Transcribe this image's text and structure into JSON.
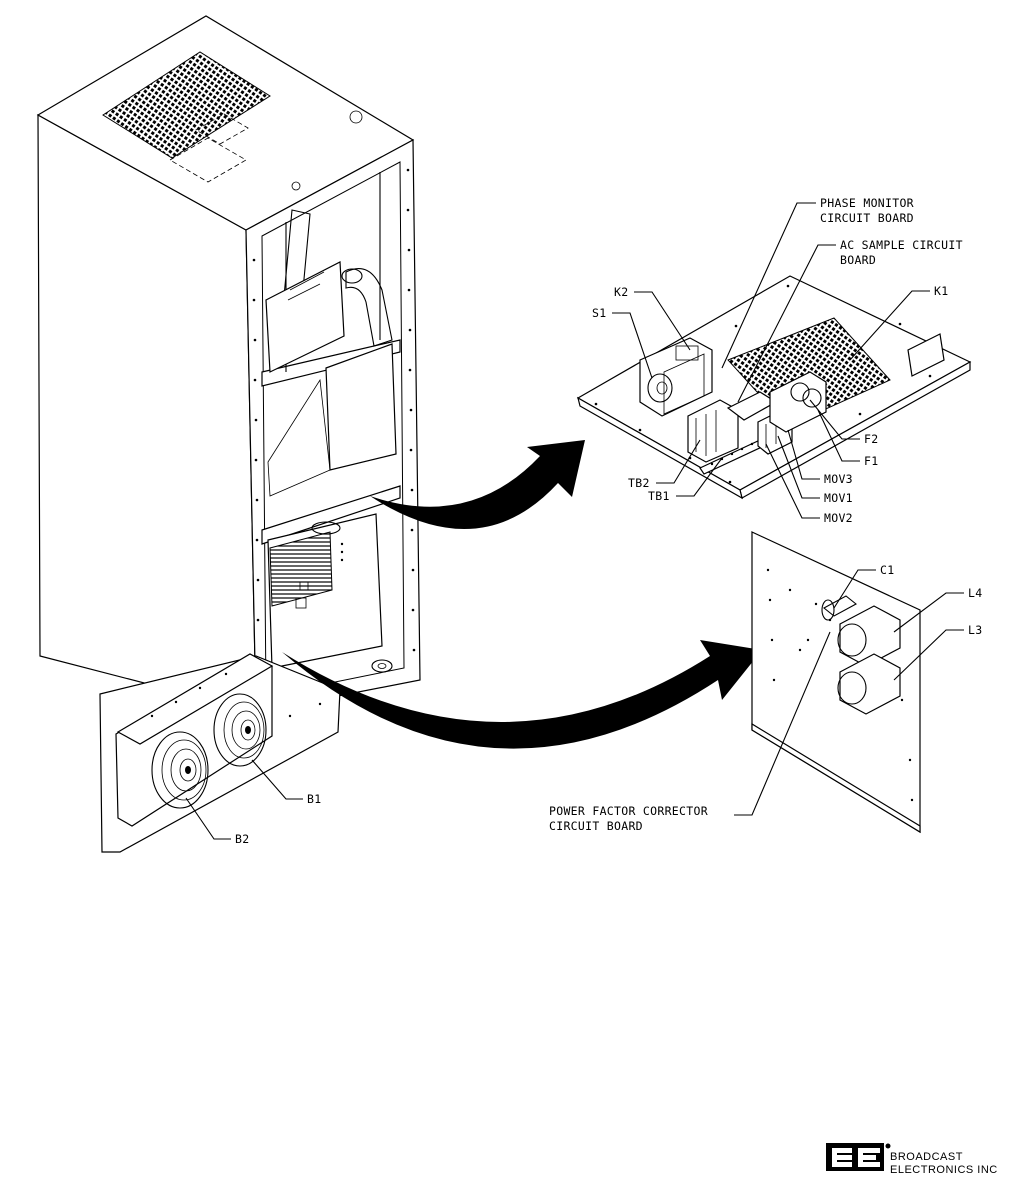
{
  "labels": {
    "phase_monitor_1": "PHASE MONITOR",
    "phase_monitor_2": "CIRCUIT BOARD",
    "ac_sample_1": "AC SAMPLE CIRCUIT",
    "ac_sample_2": "BOARD",
    "k1": "K1",
    "k2": "K2",
    "s1": "S1",
    "f2": "F2",
    "f1": "F1",
    "tb2": "TB2",
    "tb1": "TB1",
    "mov3": "MOV3",
    "mov1": "MOV1",
    "mov2": "MOV2",
    "c1": "C1",
    "l4": "L4",
    "l3": "L3",
    "pfc_1": "POWER FACTOR CORRECTOR",
    "pfc_2": "CIRCUIT BOARD",
    "b1": "B1",
    "b2": "B2"
  },
  "logo": {
    "mark": "BE",
    "line1": "BROADCAST",
    "line2": "ELECTRONICS INC"
  },
  "colors": {
    "ink": "#000000",
    "paper": "#ffffff"
  }
}
